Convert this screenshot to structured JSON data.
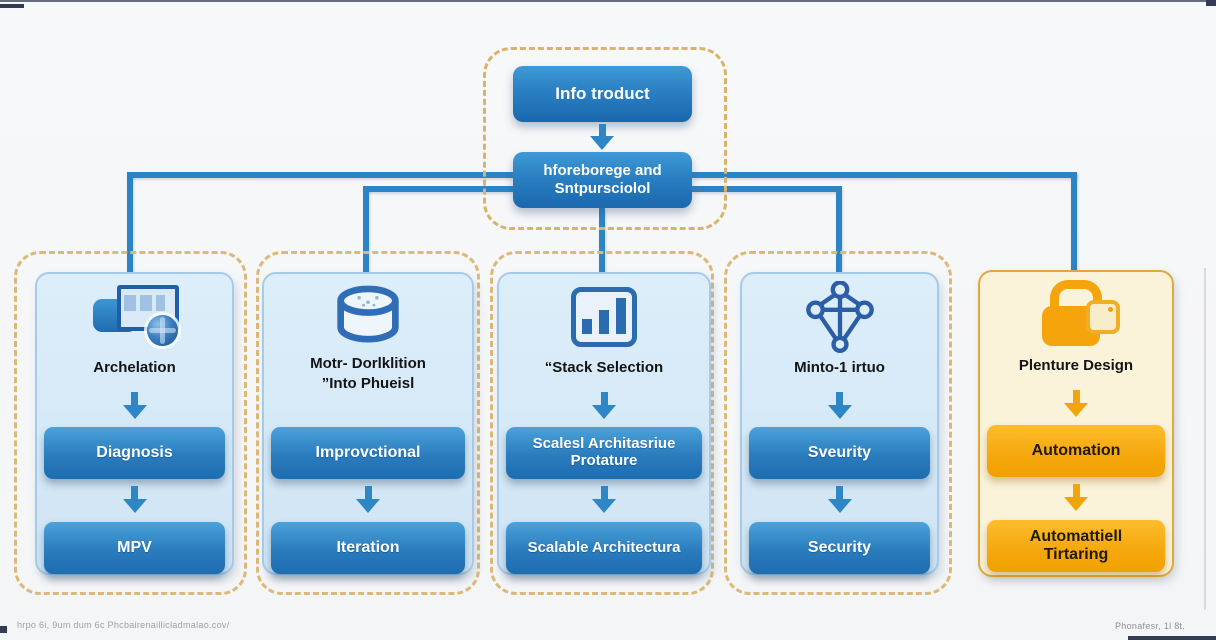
{
  "top": {
    "box1": "Info troduct",
    "box2": "hforeborege and\nSntpursciolol"
  },
  "columns": [
    {
      "title": "Archelation",
      "icon": "devices-icon",
      "steps": [
        "Diagnosis",
        "MPV"
      ]
    },
    {
      "title": "Motr- Dorlklition\n”Into Phueisl",
      "icon": "database-icon",
      "steps": [
        "Improvctional",
        "Iteration"
      ]
    },
    {
      "title": "“Stack Selection",
      "icon": "bar-chart-icon",
      "steps": [
        "Scalesl Architasriue\nProtature",
        "Scalable Architectura"
      ]
    },
    {
      "title": "Minto-1 irtuo",
      "icon": "network-icon",
      "steps": [
        "Sveurity",
        "Security"
      ]
    },
    {
      "title": "Plenture Design",
      "icon": "lock-icon",
      "steps": [
        "Automation",
        "Automattiell\nTirtaring"
      ]
    }
  ],
  "footer": {
    "left": "hrpo 6i, 9um dum 6c Phcbairenaillicladmalao.cov/",
    "right": "Phonafesr, 1l 8t."
  },
  "colors": {
    "accent_blue": "#2d84c4",
    "box_blue_top": "#4ba3da",
    "box_blue_bottom": "#1d6db1",
    "panel_blue": "#d9ebf8",
    "panel_border_blue": "#a6cbe8",
    "dashed_border": "#dcb977",
    "accent_orange": "#f2a40b",
    "panel_cream": "#faf3da",
    "panel_border_orange": "#e2a83e"
  }
}
